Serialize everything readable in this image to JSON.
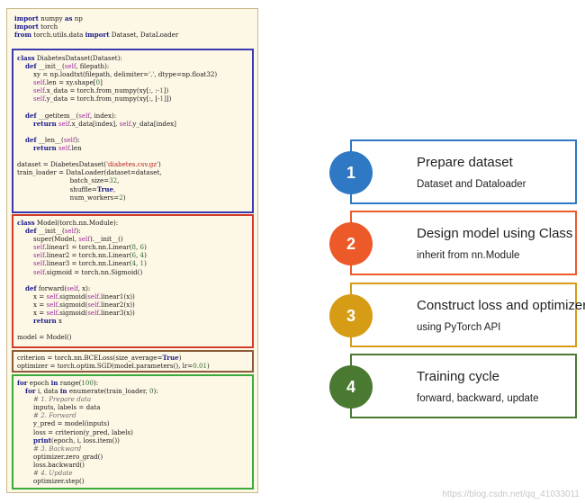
{
  "code": {
    "imports": [
      [
        [
          "kw",
          "import"
        ],
        [
          "t",
          " numpy "
        ],
        [
          "kw",
          "as"
        ],
        [
          "t",
          " np"
        ]
      ],
      [
        [
          "kw",
          "import"
        ],
        [
          "t",
          " torch"
        ]
      ],
      [
        [
          "kw",
          "from"
        ],
        [
          "t",
          " torch.utils.data "
        ],
        [
          "kw",
          "import"
        ],
        [
          "t",
          " Dataset, DataLoader"
        ]
      ]
    ],
    "dataset": [
      [
        [
          "kw",
          "class"
        ],
        [
          "t",
          " DiabetesDataset(Dataset):"
        ]
      ],
      [
        [
          "t",
          "    "
        ],
        [
          "kw",
          "def"
        ],
        [
          "t",
          " __init__("
        ],
        [
          "self",
          "self"
        ],
        [
          "t",
          ", filepath):"
        ]
      ],
      [
        [
          "t",
          "        xy = np.loadtxt(filepath, delimiter="
        ],
        [
          "str",
          "','"
        ],
        [
          "t",
          ", dtype=np.float32)"
        ]
      ],
      [
        [
          "t",
          "        "
        ],
        [
          "self",
          "self"
        ],
        [
          "t",
          ".len = xy.shape["
        ],
        [
          "num",
          "0"
        ],
        [
          "t",
          "]"
        ]
      ],
      [
        [
          "t",
          "        "
        ],
        [
          "self",
          "self"
        ],
        [
          "t",
          ".x_data = torch.from_numpy(xy[:, :-"
        ],
        [
          "num",
          "1"
        ],
        [
          "t",
          "])"
        ]
      ],
      [
        [
          "t",
          "        "
        ],
        [
          "self",
          "self"
        ],
        [
          "t",
          ".y_data = torch.from_numpy(xy[:, [-"
        ],
        [
          "num",
          "1"
        ],
        [
          "t",
          "]])"
        ]
      ],
      [
        [
          "t",
          ""
        ]
      ],
      [
        [
          "t",
          "    "
        ],
        [
          "kw",
          "def"
        ],
        [
          "t",
          " __getitem__("
        ],
        [
          "self",
          "self"
        ],
        [
          "t",
          ", index):"
        ]
      ],
      [
        [
          "t",
          "        "
        ],
        [
          "kw",
          "return"
        ],
        [
          "t",
          " "
        ],
        [
          "self",
          "self"
        ],
        [
          "t",
          ".x_data[index], "
        ],
        [
          "self",
          "self"
        ],
        [
          "t",
          ".y_data[index]"
        ]
      ],
      [
        [
          "t",
          ""
        ]
      ],
      [
        [
          "t",
          "    "
        ],
        [
          "kw",
          "def"
        ],
        [
          "t",
          " __len__("
        ],
        [
          "self",
          "self"
        ],
        [
          "t",
          "):"
        ]
      ],
      [
        [
          "t",
          "        "
        ],
        [
          "kw",
          "return"
        ],
        [
          "t",
          " "
        ],
        [
          "self",
          "self"
        ],
        [
          "t",
          ".len"
        ]
      ],
      [
        [
          "t",
          ""
        ]
      ],
      [
        [
          "t",
          "dataset = DiabetesDataset("
        ],
        [
          "str",
          "'diabetes.csv.gz'"
        ],
        [
          "t",
          ")"
        ]
      ],
      [
        [
          "t",
          "train_loader = DataLoader(dataset=dataset,"
        ]
      ],
      [
        [
          "t",
          "                          batch_size="
        ],
        [
          "num",
          "32"
        ],
        [
          "t",
          ","
        ]
      ],
      [
        [
          "t",
          "                          shuffle="
        ],
        [
          "kw",
          "True"
        ],
        [
          "t",
          ","
        ]
      ],
      [
        [
          "t",
          "                          num_workers="
        ],
        [
          "num",
          "2"
        ],
        [
          "t",
          ")"
        ]
      ]
    ],
    "model": [
      [
        [
          "kw",
          "class"
        ],
        [
          "t",
          " Model(torch.nn.Module):"
        ]
      ],
      [
        [
          "t",
          "    "
        ],
        [
          "kw",
          "def"
        ],
        [
          "t",
          " __init__("
        ],
        [
          "self",
          "self"
        ],
        [
          "t",
          "):"
        ]
      ],
      [
        [
          "t",
          "        super(Model, "
        ],
        [
          "self",
          "self"
        ],
        [
          "t",
          ").__init__()"
        ]
      ],
      [
        [
          "t",
          "        "
        ],
        [
          "self",
          "self"
        ],
        [
          "t",
          ".linear1 = torch.nn.Linear("
        ],
        [
          "num",
          "8"
        ],
        [
          "t",
          ", "
        ],
        [
          "num",
          "6"
        ],
        [
          "t",
          ")"
        ]
      ],
      [
        [
          "t",
          "        "
        ],
        [
          "self",
          "self"
        ],
        [
          "t",
          ".linear2 = torch.nn.Linear("
        ],
        [
          "num",
          "6"
        ],
        [
          "t",
          ", "
        ],
        [
          "num",
          "4"
        ],
        [
          "t",
          ")"
        ]
      ],
      [
        [
          "t",
          "        "
        ],
        [
          "self",
          "self"
        ],
        [
          "t",
          ".linear3 = torch.nn.Linear("
        ],
        [
          "num",
          "4"
        ],
        [
          "t",
          ", "
        ],
        [
          "num",
          "1"
        ],
        [
          "t",
          ")"
        ]
      ],
      [
        [
          "t",
          "        "
        ],
        [
          "self",
          "self"
        ],
        [
          "t",
          ".sigmoid = torch.nn.Sigmoid()"
        ]
      ],
      [
        [
          "t",
          ""
        ]
      ],
      [
        [
          "t",
          "    "
        ],
        [
          "kw",
          "def"
        ],
        [
          "t",
          " forward("
        ],
        [
          "self",
          "self"
        ],
        [
          "t",
          ", x):"
        ]
      ],
      [
        [
          "t",
          "        x = "
        ],
        [
          "self",
          "self"
        ],
        [
          "t",
          ".sigmoid("
        ],
        [
          "self",
          "self"
        ],
        [
          "t",
          ".linear1(x))"
        ]
      ],
      [
        [
          "t",
          "        x = "
        ],
        [
          "self",
          "self"
        ],
        [
          "t",
          ".sigmoid("
        ],
        [
          "self",
          "self"
        ],
        [
          "t",
          ".linear2(x))"
        ]
      ],
      [
        [
          "t",
          "        x = "
        ],
        [
          "self",
          "self"
        ],
        [
          "t",
          ".sigmoid("
        ],
        [
          "self",
          "self"
        ],
        [
          "t",
          ".linear3(x))"
        ]
      ],
      [
        [
          "t",
          "        "
        ],
        [
          "kw",
          "return"
        ],
        [
          "t",
          " x"
        ]
      ],
      [
        [
          "t",
          ""
        ]
      ],
      [
        [
          "t",
          "model = Model()"
        ]
      ]
    ],
    "loss": [
      [
        [
          "t",
          "criterion = torch.nn.BCELoss(size_average="
        ],
        [
          "kw",
          "True"
        ],
        [
          "t",
          ")"
        ]
      ],
      [
        [
          "t",
          "optimizer = torch.optim.SGD(model.parameters(), lr="
        ],
        [
          "num",
          "0.01"
        ],
        [
          "t",
          ")"
        ]
      ]
    ],
    "train": [
      [
        [
          "kw",
          "for"
        ],
        [
          "t",
          " epoch "
        ],
        [
          "kw",
          "in"
        ],
        [
          "t",
          " range("
        ],
        [
          "num",
          "100"
        ],
        [
          "t",
          "):"
        ]
      ],
      [
        [
          "t",
          "    "
        ],
        [
          "kw",
          "for"
        ],
        [
          "t",
          " i, data "
        ],
        [
          "kw",
          "in"
        ],
        [
          "t",
          " enumerate(train_loader, "
        ],
        [
          "num",
          "0"
        ],
        [
          "t",
          "):"
        ]
      ],
      [
        [
          "cm",
          "        # 1. Prepare data"
        ]
      ],
      [
        [
          "t",
          "        inputs, labels = data"
        ]
      ],
      [
        [
          "cm",
          "        # 2. Forward"
        ]
      ],
      [
        [
          "t",
          "        y_pred = model(inputs)"
        ]
      ],
      [
        [
          "t",
          "        loss = criterion(y_pred, labels)"
        ]
      ],
      [
        [
          "t",
          "        "
        ],
        [
          "kw",
          "print"
        ],
        [
          "t",
          "(epoch, i, loss.item())"
        ]
      ],
      [
        [
          "cm",
          "        # 3. Backward"
        ]
      ],
      [
        [
          "t",
          "        optimizer.zero_grad()"
        ]
      ],
      [
        [
          "t",
          "        loss.backward()"
        ]
      ],
      [
        [
          "cm",
          "        # 4. Update"
        ]
      ],
      [
        [
          "t",
          "        optimizer.step()"
        ]
      ]
    ]
  },
  "steps": [
    {
      "number": "1",
      "title": "Prepare dataset",
      "subtitle": "Dataset and Dataloader",
      "color": "#2f78c4"
    },
    {
      "number": "2",
      "title": "Design model using Class",
      "subtitle": " inherit from nn.Module",
      "color": "#ec5a2a"
    },
    {
      "number": "3",
      "title": "Construct loss and optimizer",
      "subtitle": "using PyTorch API",
      "color": "#d69c16"
    },
    {
      "number": "4",
      "title": "Training cycle",
      "subtitle": "forward, backward, update",
      "color": "#4a7a32"
    }
  ],
  "watermark": "https://blog.csdn.net/qq_41033011"
}
